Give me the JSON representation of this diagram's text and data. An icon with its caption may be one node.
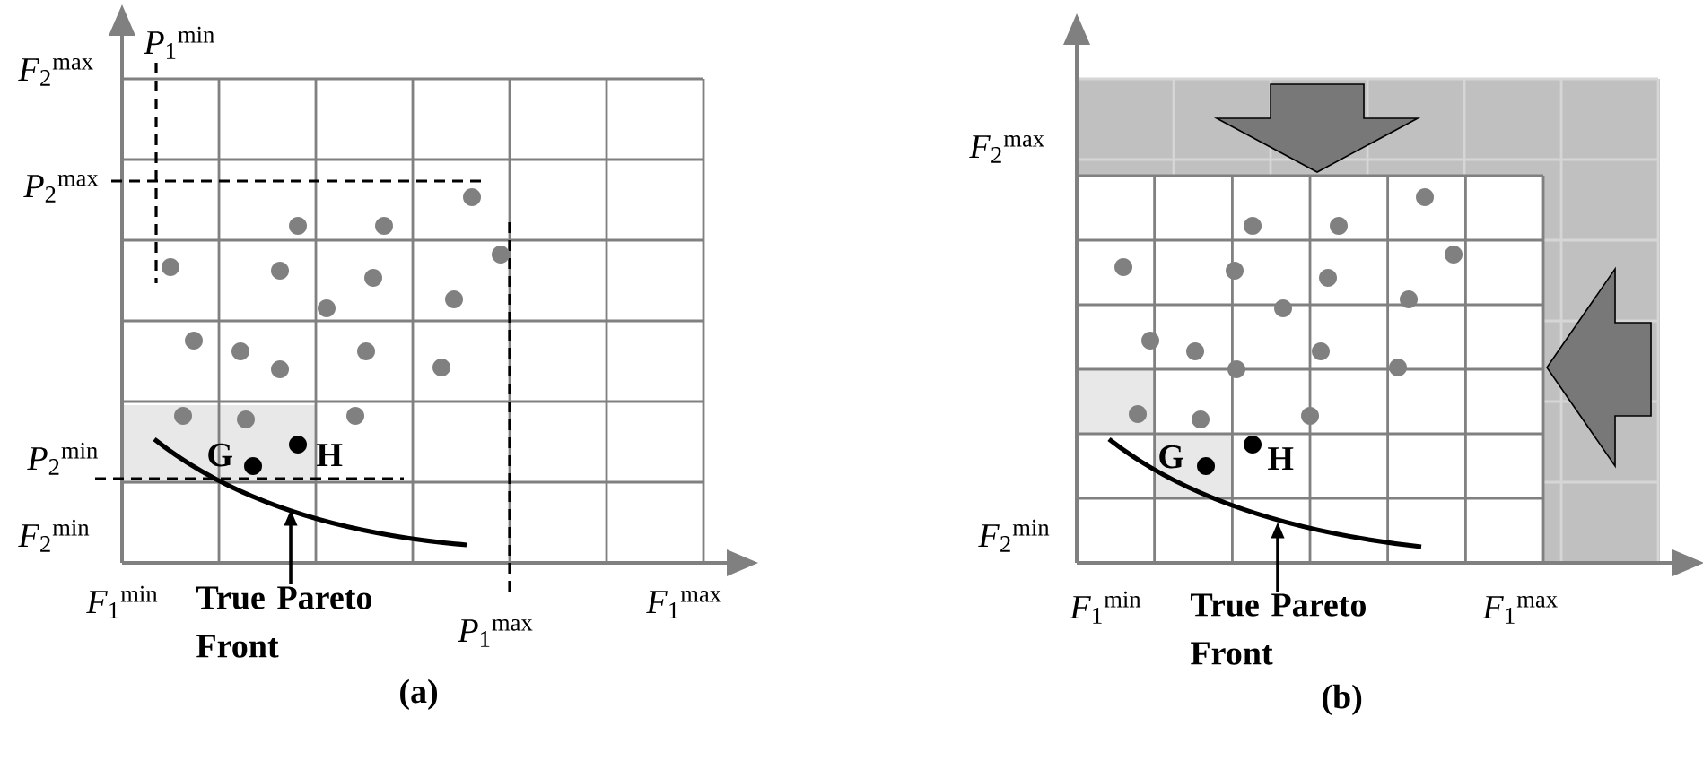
{
  "diagram": {
    "nodes": [
      {
        "text": [
          "True Pareto Front"
        ]
      },
      {
        "text": [],
        "shape": "curve"
      },
      {
        "text": [
          "True Pareto Front"
        ]
      },
      {
        "text": [],
        "shape": "curve"
      }
    ],
    "edges": [
      {
        "from": 0,
        "to": 1,
        "arrow": "to"
      },
      {
        "from": 2,
        "to": 3,
        "arrow": "to"
      }
    ],
    "labels": [
      "*F*$_{2}$$^{max}$",
      "*P*$_{1}$$^{min}$",
      "*P*$_{2}$$^{max}$",
      "G",
      "H",
      "*P*$_{2}$$^{min}$",
      "*F*$_{2}$$^{min}$",
      "*F*$_{1}$$^{min}$",
      "*P*$_{1}$$^{max}$",
      "*F*$_{1}$$^{max}$",
      "(a)",
      "*F*$_{2}$$^{max}$",
      "G",
      "H",
      "*F*$_{2}$$^{min}$",
      "*F*$_{1}$$^{min}$",
      "*F*$_{1}$$^{max}$",
      "(b)"
    ]
  }
}
